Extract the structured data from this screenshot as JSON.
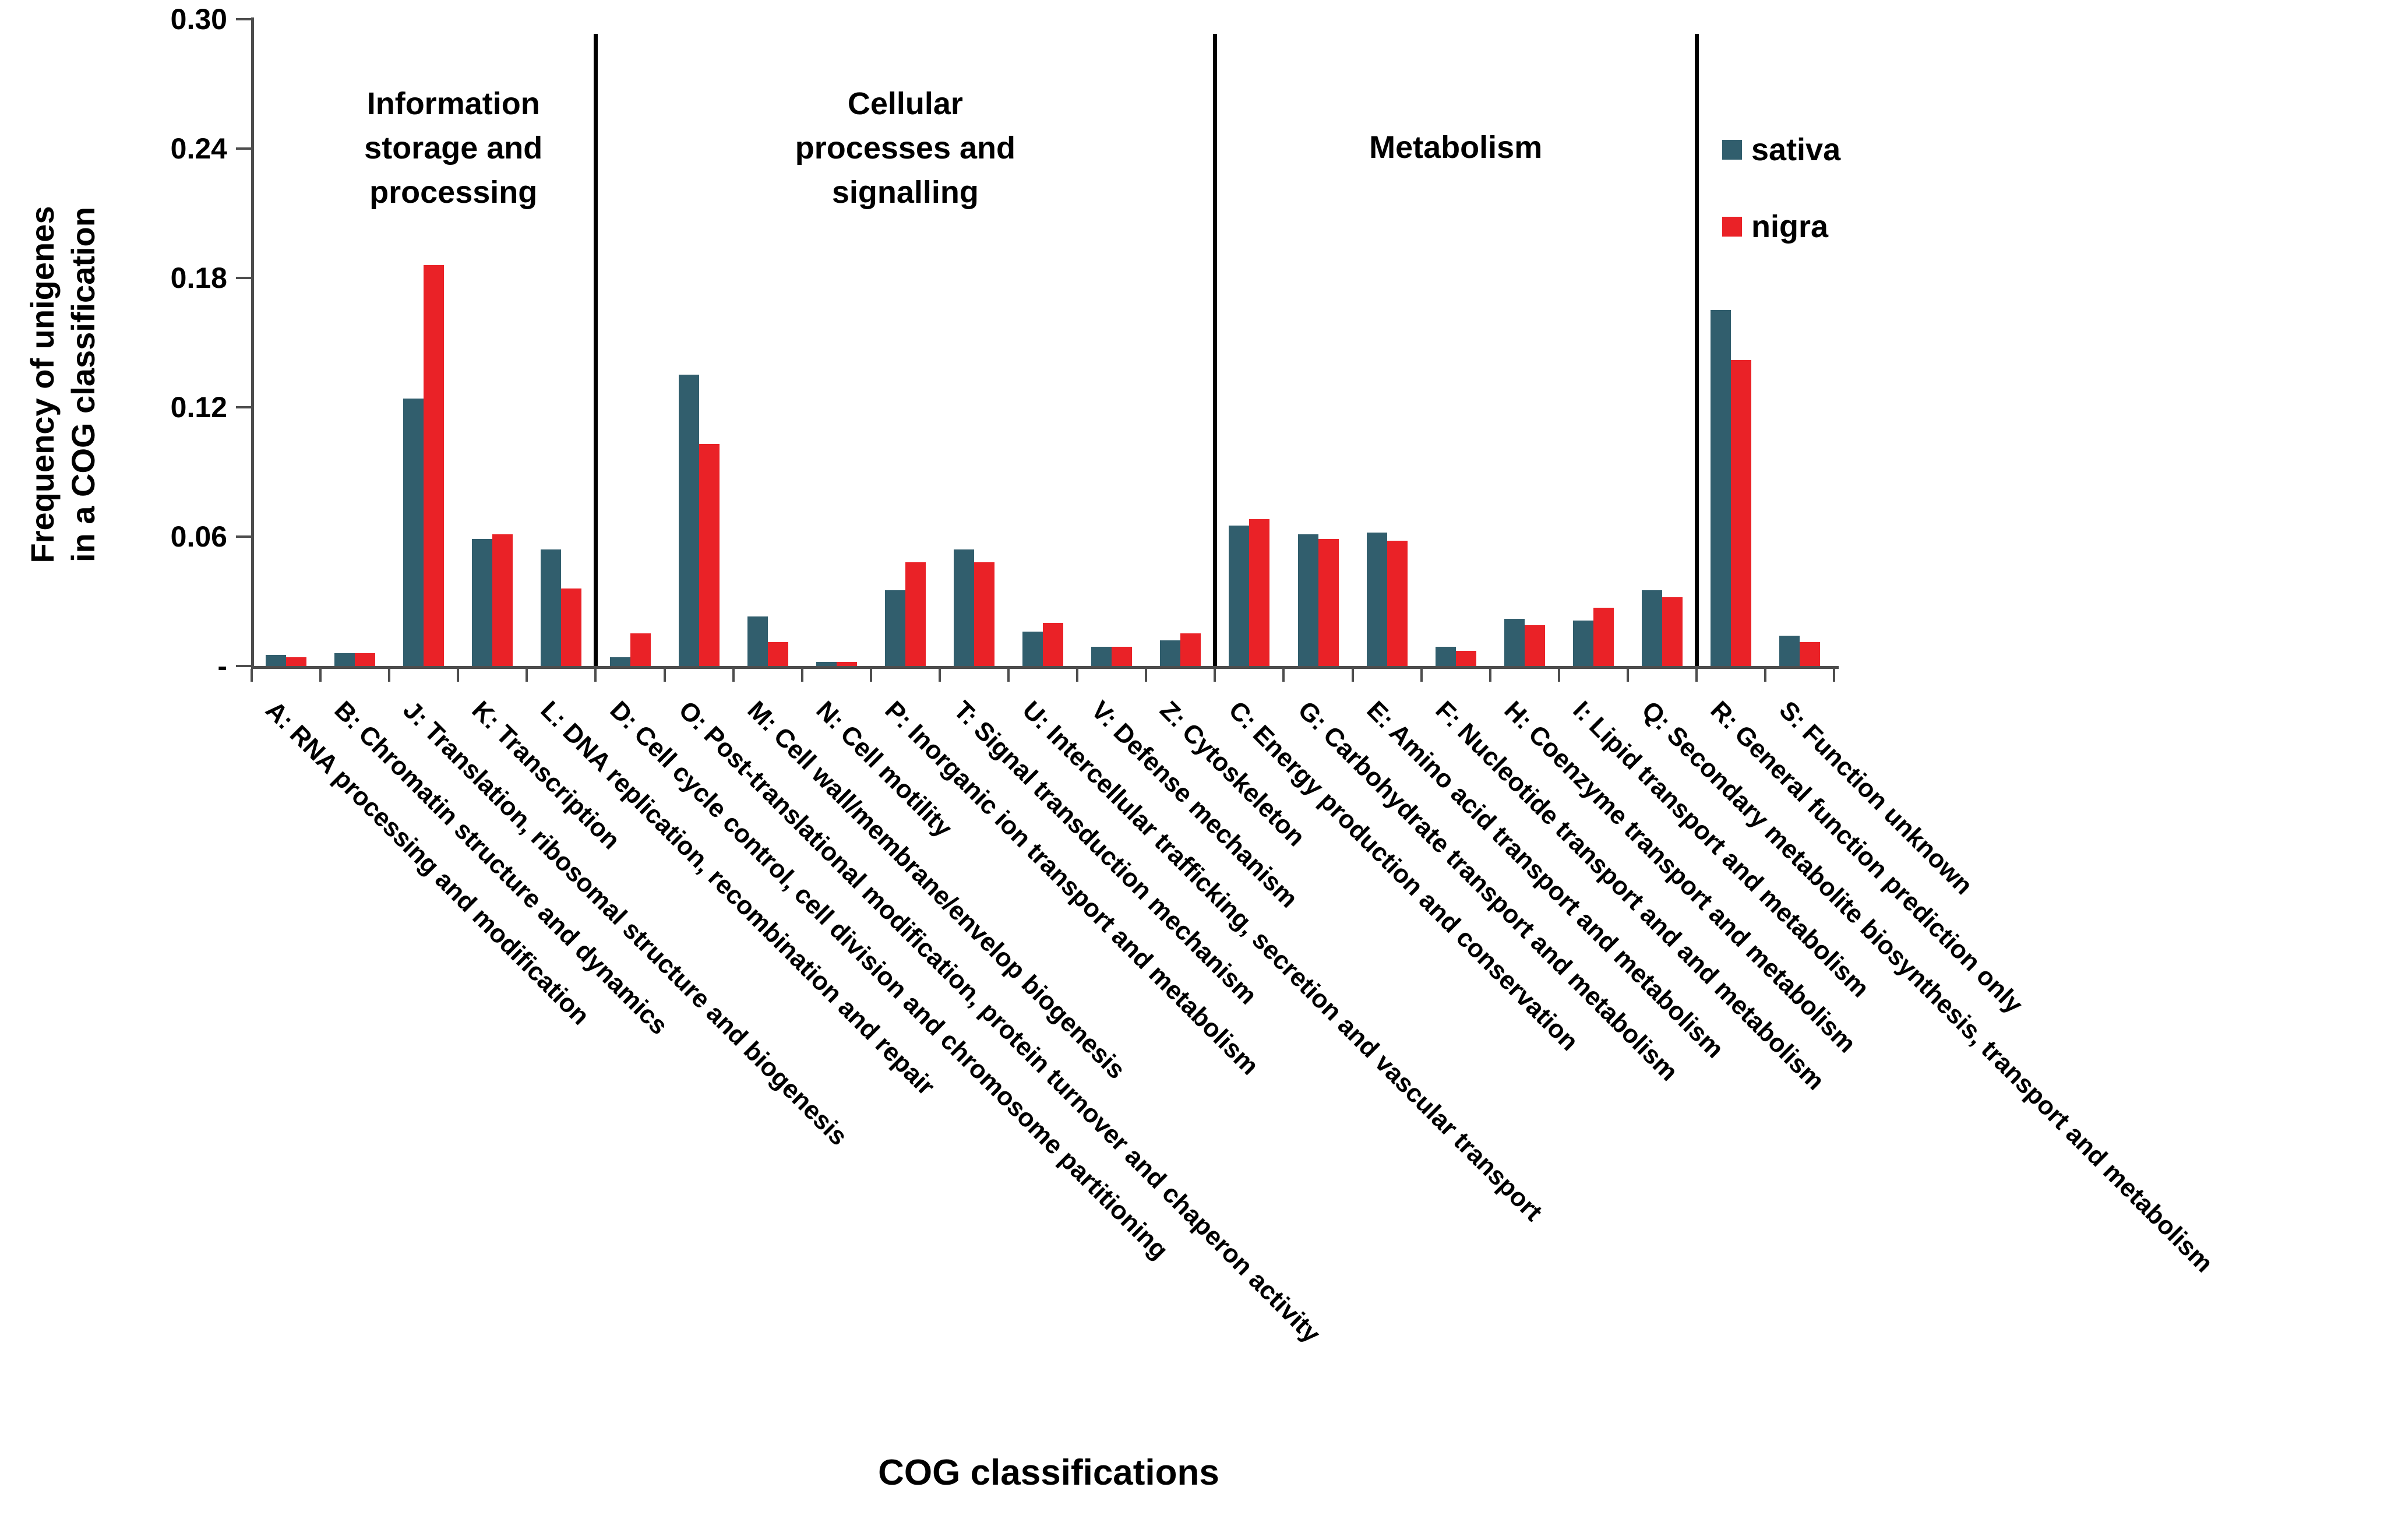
{
  "chart_data": {
    "type": "bar",
    "title": "",
    "xlabel": "COG classifications",
    "ylabel_lines": [
      "Frequency of unigenes",
      "in a COG classification"
    ],
    "ylim": [
      0,
      0.3
    ],
    "grid": false,
    "legend_position": "inside-top-right",
    "y_tick_labels": [
      "0.30",
      "0.24",
      "0.18",
      "0.12",
      "0.06",
      "-"
    ],
    "y_tick_values": [
      0.3,
      0.24,
      0.18,
      0.12,
      0.06,
      0
    ],
    "categories": [
      "A: RNA processing and modification",
      "B: Chromatin structure and dynamics",
      "J: Translation, ribosomal structure and biogenesis",
      "K: Transcription",
      "L: DNA replication, recombination and repair",
      "D: Cell cycle control, cell division and chromosome partitioning",
      "O: Post-translational modification, protein turnover and chaperon activity",
      "M: Cell wall/membrane/envelop biogenesis",
      "N: Cell motility",
      "P: Inorganic ion transport and metabolism",
      "T: Signal transduction mechanism",
      "U: Intercellular trafficking, secretion and vascular transport",
      "V: Defense mechanism",
      "Z: Cytoskeleton",
      "C: Energy production and conservation",
      "G: Carbohydrate transport and metabolism",
      "E: Amino acid transport and metabolism",
      "F: Nucleotide transport and and metabolism",
      "H: Coenzyme transport and metabolism",
      "I: Lipid transport and metabolism",
      "Q: Secondary metabolite biosynthesis, transport and metabolism",
      "R: General function prediction only",
      "S: Function unknown"
    ],
    "series": [
      {
        "name": "sativa",
        "color": "#315E6D",
        "values": [
          0.005,
          0.006,
          0.124,
          0.059,
          0.054,
          0.004,
          0.135,
          0.023,
          0.002,
          0.035,
          0.054,
          0.016,
          0.009,
          0.012,
          0.065,
          0.061,
          0.062,
          0.009,
          0.022,
          0.021,
          0.035,
          0.165,
          0.014
        ]
      },
      {
        "name": "nigra",
        "color": "#EA2227",
        "values": [
          0.004,
          0.006,
          0.186,
          0.061,
          0.036,
          0.015,
          0.103,
          0.011,
          0.002,
          0.048,
          0.048,
          0.02,
          0.009,
          0.015,
          0.068,
          0.059,
          0.058,
          0.007,
          0.019,
          0.027,
          0.032,
          0.142,
          0.011
        ]
      }
    ],
    "sections": [
      {
        "title_lines": [
          "Information",
          "storage and",
          "processing"
        ],
        "from": 0,
        "to": 4
      },
      {
        "title_lines": [
          "Cellular",
          "processes and",
          "signalling"
        ],
        "from": 5,
        "to": 13
      },
      {
        "title_lines": [
          "Metabolism"
        ],
        "from": 14,
        "to": 20
      },
      {
        "title_lines": [],
        "from": 21,
        "to": 22
      }
    ],
    "dividers_after_index": [
      4,
      13,
      20
    ],
    "axis_color": "#4d4d4d",
    "divider_color": "#000000"
  }
}
